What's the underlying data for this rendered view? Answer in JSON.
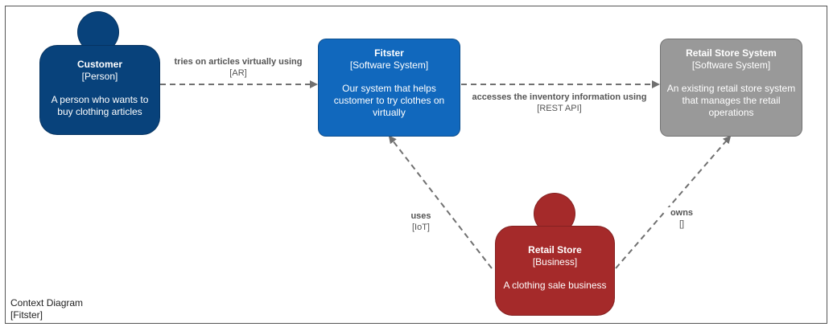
{
  "caption": {
    "line1": "Context Diagram",
    "line2": "[Fitster]"
  },
  "nodes": {
    "customer": {
      "title": "Customer",
      "kind": "[Person]",
      "desc": "A person who wants to buy clothing articles",
      "color": "#08427B"
    },
    "fitster": {
      "title": "Fitster",
      "kind": "[Software System]",
      "desc": "Our system that helps customer to try clothes on virtually",
      "color": "#1168BD"
    },
    "retail_system": {
      "title": "Retail Store System",
      "kind": "[Software System]",
      "desc": "An existing retail store system that manages the retail operations",
      "color": "#999999"
    },
    "retail_store": {
      "title": "Retail Store",
      "kind": "[Business]",
      "desc": "A clothing sale business",
      "color": "#A52A2A"
    }
  },
  "edges": {
    "customer_fitster": {
      "verb": "tries on articles virtually using",
      "tech": "[AR]"
    },
    "fitster_retail": {
      "verb": "accesses the inventory information using",
      "tech": "[REST API]"
    },
    "store_fitster": {
      "verb": "uses",
      "tech": "[IoT]"
    },
    "store_retail": {
      "verb": "owns",
      "tech": "[]"
    }
  },
  "edge_color": "#707070"
}
